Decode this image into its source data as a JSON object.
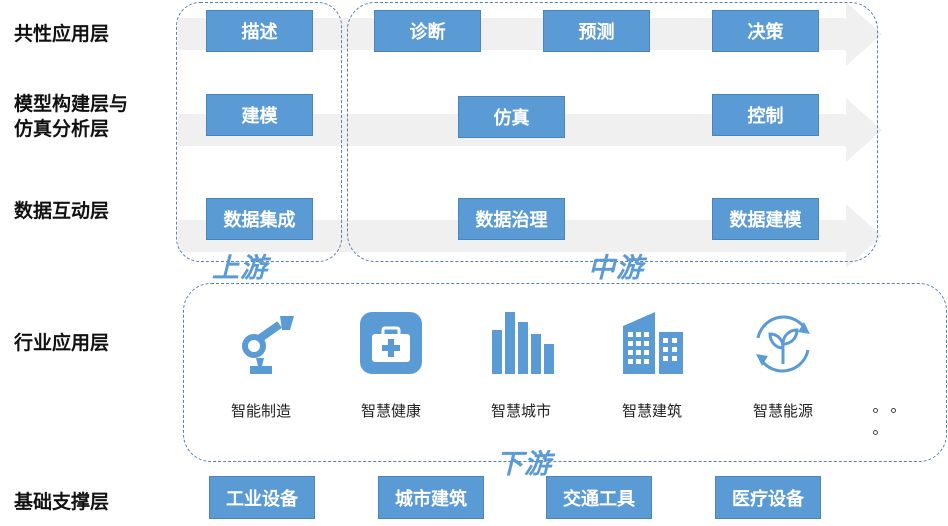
{
  "layers": {
    "common": "共性应用层",
    "model_line1": "模型构建层与",
    "model_line2": "仿真分析层",
    "data": "数据互动层",
    "industry": "行业应用层",
    "foundation": "基础支撑层"
  },
  "upstream": {
    "label": "上游",
    "common": "描述",
    "model": "建模",
    "data": "数据集成"
  },
  "midstream": {
    "label": "中游",
    "common": [
      "诊断",
      "预测",
      "决策"
    ],
    "model": [
      "仿真",
      "控制"
    ],
    "data": [
      "数据治理",
      "数据建模"
    ]
  },
  "downstream": {
    "label": "下游",
    "industries": [
      {
        "label": "智能制造",
        "icon": "robot-arm-icon"
      },
      {
        "label": "智慧健康",
        "icon": "medical-kit-icon"
      },
      {
        "label": "智慧城市",
        "icon": "city-bars-icon"
      },
      {
        "label": "智慧建筑",
        "icon": "building-icon"
      },
      {
        "label": "智慧能源",
        "icon": "eco-energy-icon"
      }
    ]
  },
  "foundation": [
    "工业设备",
    "城市建筑",
    "交通工具",
    "医疗设备"
  ],
  "colors": {
    "box": "#5b9bd5",
    "arrow": "#f0f0f0",
    "dashed_border": "#5a7fb0"
  }
}
